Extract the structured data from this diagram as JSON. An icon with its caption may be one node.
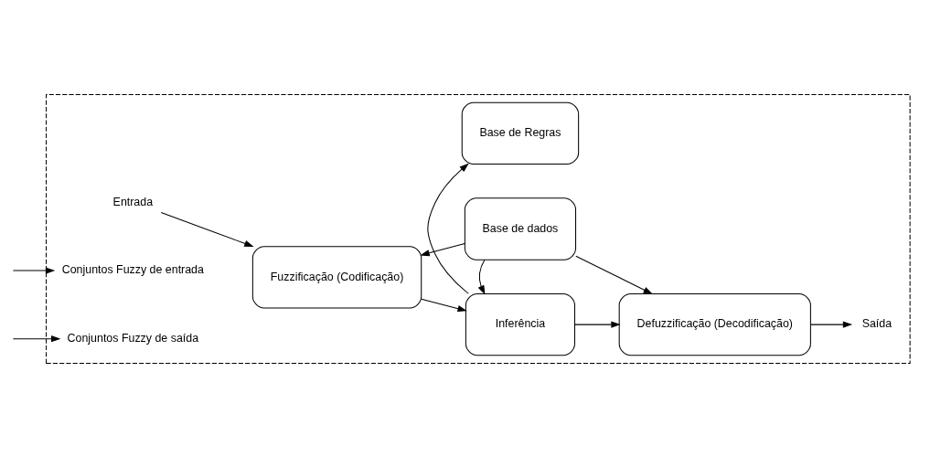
{
  "diagram": {
    "nodes": [
      {
        "text": [],
        "shape": "box"
      },
      {
        "text": [
          "Fuzzificação (Codificação)"
        ],
        "in": 0
      },
      {
        "text": [
          "Base de Regras"
        ],
        "in": 0
      },
      {
        "text": [
          "Inferência"
        ],
        "in": 0
      },
      {
        "text": [
          "Defuzzificação (Decodificação)"
        ],
        "in": 0
      },
      {
        "text": [
          "Base de dados"
        ],
        "in": 0
      },
      {
        "text": [
          "Entrada"
        ],
        "in": 0
      },
      {
        "text": [
          "Saída"
        ],
        "in": 0
      },
      {
        "text": [
          "Conjuntos Fuzzy de entrada"
        ],
        "in": 0
      },
      {
        "text": [
          "Conjuntos Fuzzy de saída"
        ],
        "in": 0
      }
    ],
    "edges": [
      {
        "from": 6,
        "to": 1,
        "arrow": "to"
      },
      {
        "from": 1,
        "to": 3,
        "arrow": "to"
      },
      {
        "from": 3,
        "to": 4,
        "arrow": "to"
      },
      {
        "from": 4,
        "to": 7,
        "arrow": "to"
      },
      {
        "from": 3,
        "to": 2,
        "arrow": "to"
      },
      {
        "from": 5,
        "to": 3,
        "arrow": "to"
      },
      {
        "from": 5,
        "to": 1,
        "arrow": "to"
      },
      {
        "from": 5,
        "to": 4,
        "arrow": "to"
      },
      {
        "from": null,
        "to": 8,
        "arrow": "to"
      },
      {
        "from": null,
        "to": 9,
        "arrow": "to"
      }
    ]
  }
}
